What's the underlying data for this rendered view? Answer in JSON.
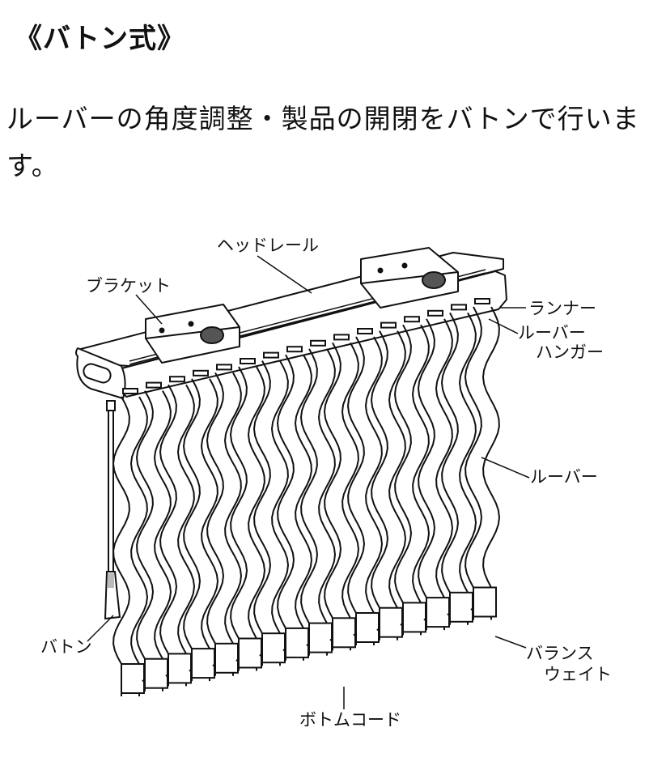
{
  "title": "《バトン式》",
  "description": "ルーバーの角度調整・製品の開閉をバトンで行います。",
  "diagram": {
    "labels": {
      "head_rail": "ヘッドレール",
      "bracket": "ブラケット",
      "runner": "ランナー",
      "louver_hanger_1": "ルーバー",
      "louver_hanger_2": "ハンガー",
      "louver": "ルーバー",
      "baton": "バトン",
      "balance_weight_1": "バランス",
      "balance_weight_2": "ウェイト",
      "bottom_cord": "ボトムコード"
    },
    "louver_count": 16
  }
}
